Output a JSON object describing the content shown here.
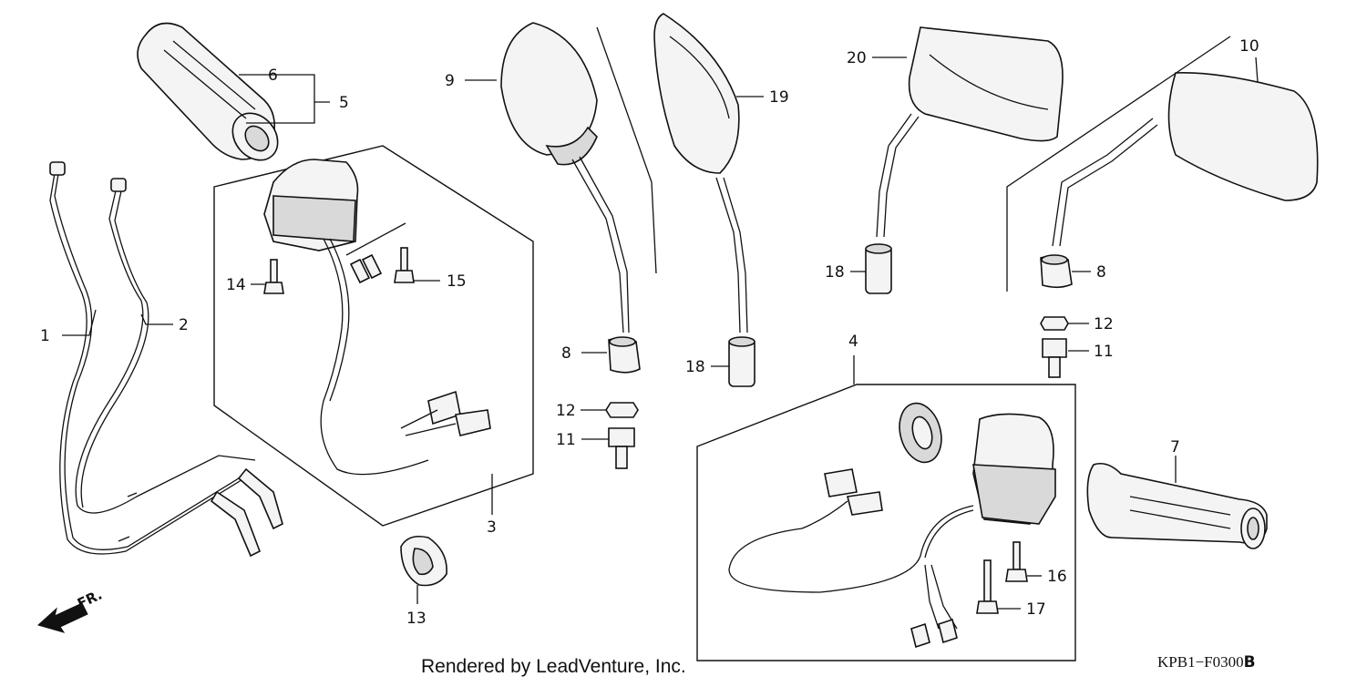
{
  "diagram": {
    "callouts": [
      "1",
      "2",
      "3",
      "4",
      "5",
      "6",
      "7",
      "8",
      "8",
      "9",
      "10",
      "11",
      "11",
      "12",
      "12",
      "13",
      "14",
      "15",
      "16",
      "17",
      "18",
      "18",
      "19",
      "20"
    ],
    "front_marker": "FR.",
    "footer_credit": "Rendered by LeadVenture, Inc.",
    "diagram_code": "KPB1−F0300",
    "diagram_code_suffix": "B"
  }
}
